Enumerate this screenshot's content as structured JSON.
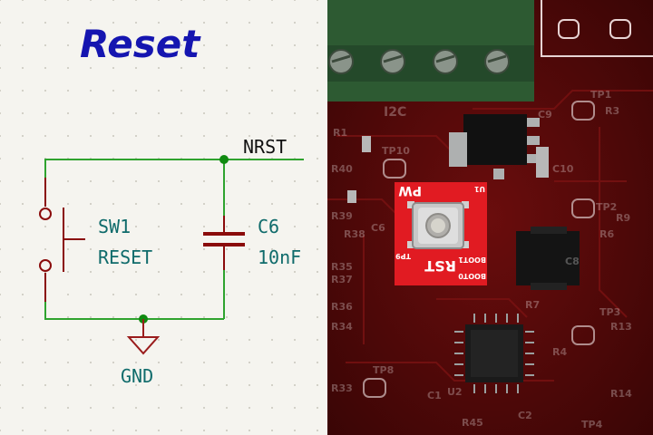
{
  "schematic": {
    "title": "Reset",
    "net_label": "NRST",
    "switch": {
      "ref": "SW1",
      "value": "RESET"
    },
    "capacitor": {
      "ref": "C6",
      "value": "10nF"
    },
    "ground_label": "GND",
    "colors": {
      "background": "#f5f4ef",
      "wire": "#2fa32f",
      "junction": "#108a10",
      "symbol": "#8a0b0b",
      "text": "#0f6b6b",
      "title": "#1515b0",
      "power": "#9a1c1c"
    }
  },
  "pcb": {
    "highlight_silk": {
      "top": "PW",
      "bottom": "RST",
      "side_left": "TP9",
      "side_right": "BOOT1",
      "side_right2": "BOOT0",
      "corner": "U1"
    },
    "silkscreen_labels": [
      "I2C",
      "TP10",
      "R1",
      "R40",
      "R39",
      "R38",
      "C6",
      "R35",
      "R37",
      "R36",
      "R34",
      "R33",
      "TP8",
      "C1",
      "U2",
      "R45",
      "C2",
      "C9",
      "C10",
      "TP1",
      "R3",
      "TP2",
      "R9",
      "R6",
      "TP3",
      "R13",
      "R14",
      "TP4",
      "R7",
      "R4",
      "C8"
    ],
    "colors": {
      "board": "#5a0b0b",
      "highlight": "#e11b22",
      "silk": "#ffffff",
      "connector": "#2d5a32"
    }
  }
}
